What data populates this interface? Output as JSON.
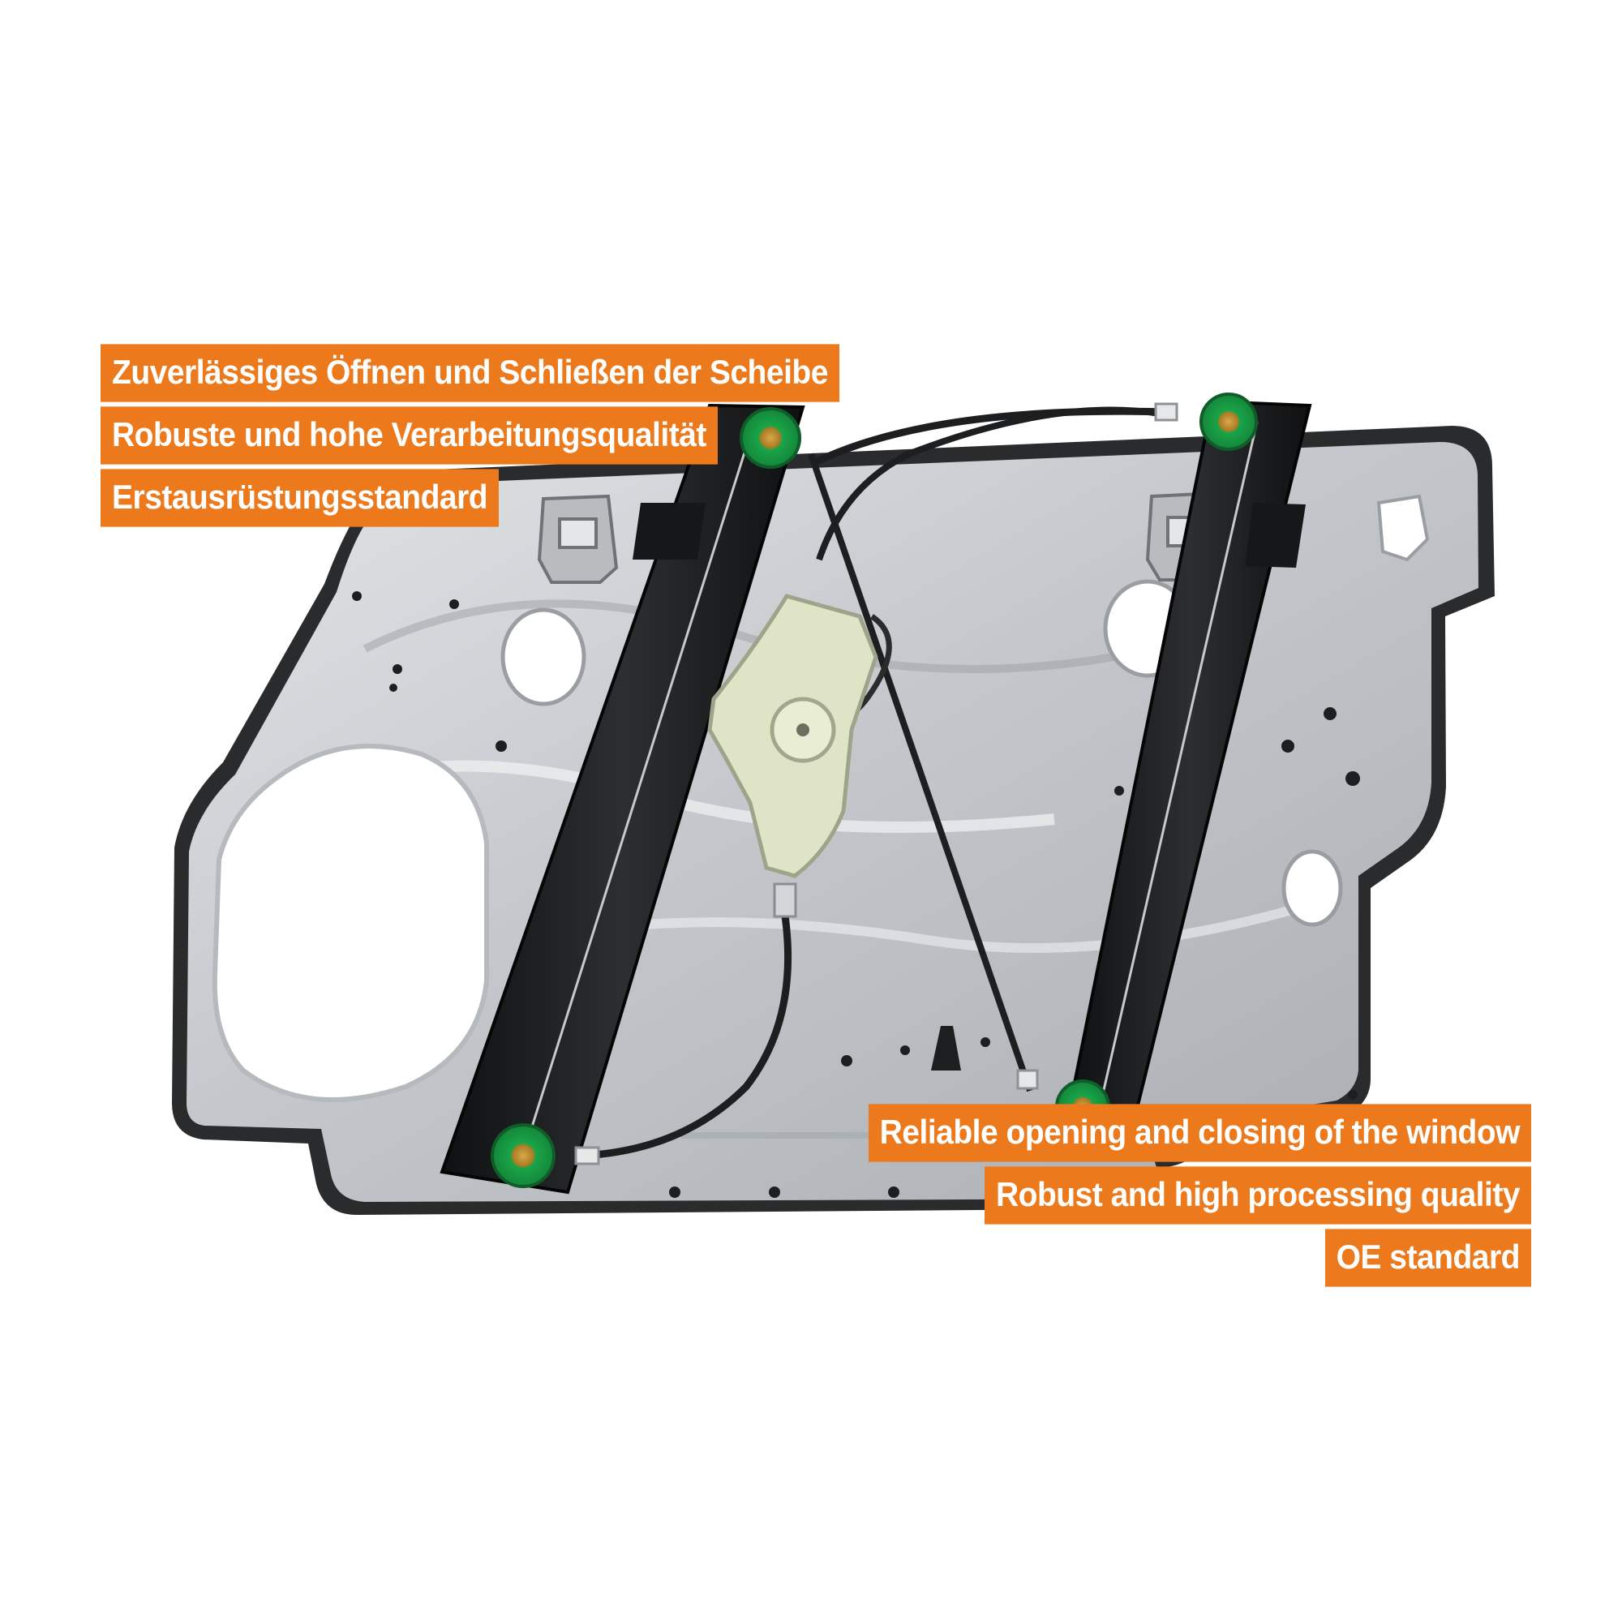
{
  "image": {
    "subject": "window-regulator-door-panel",
    "colors": {
      "label_background": "#ec7a1c",
      "label_text": "#ffffff",
      "rail": "#1d1e20",
      "panel": "#c9ccd0",
      "roller": "#1fae4e",
      "carrier": "#dfe4c6"
    }
  },
  "labels": {
    "german": [
      "Zuverlässiges Öffnen und Schließen der Scheibe",
      "Robuste und hohe Verarbeitungsqualität",
      "Erstausrüstungsstandard"
    ],
    "english": [
      "Reliable opening and closing of the window",
      "Robust and high processing quality",
      "OE standard"
    ]
  }
}
